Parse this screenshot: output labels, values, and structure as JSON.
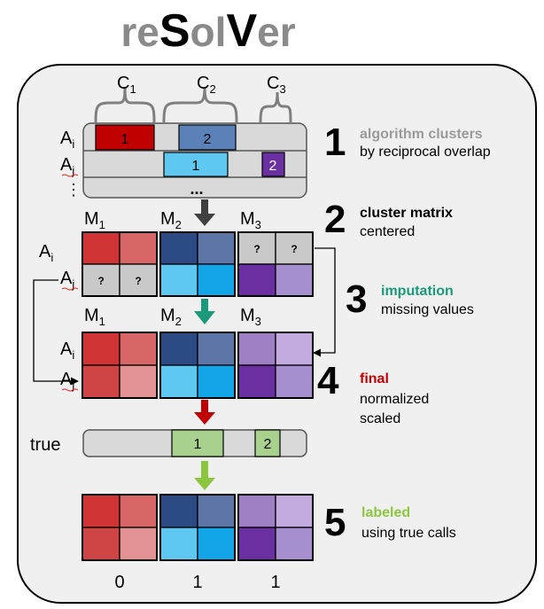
{
  "title": {
    "re": "re",
    "S": "S",
    "ol": "ol",
    "V": "V",
    "er": "er"
  },
  "clusters": [
    {
      "letter": "C",
      "sub": "1"
    },
    {
      "letter": "C",
      "sub": "2"
    },
    {
      "letter": "C",
      "sub": "3"
    }
  ],
  "algorithms": {
    "ai": {
      "letter": "A",
      "sub": "i"
    },
    "aj": {
      "letter": "A",
      "sub": "j"
    },
    "vdots": "⋮",
    "dots": "..."
  },
  "track_labels": {
    "ai_1": "1",
    "ai_2": "2",
    "aj_1": "1",
    "aj_2": "2"
  },
  "matrices": [
    {
      "letter": "M",
      "sub": "1"
    },
    {
      "letter": "M",
      "sub": "2"
    },
    {
      "letter": "M",
      "sub": "3"
    }
  ],
  "missing_mark": "?",
  "steps": [
    {
      "number": "1",
      "title": "algorithm clusters",
      "desc": [
        "by reciprocal overlap"
      ],
      "color": "#9a9a9a"
    },
    {
      "number": "2",
      "title": "cluster matrix",
      "desc": [
        "centered"
      ],
      "color": "#000000"
    },
    {
      "number": "3",
      "title": "imputation",
      "desc": [
        "missing values"
      ],
      "color": "#1a9a7a"
    },
    {
      "number": "4",
      "title": "final",
      "desc": [
        "normalized",
        "scaled"
      ],
      "color": "#c00000"
    },
    {
      "number": "5",
      "title": "labeled",
      "desc": [
        "using true calls"
      ],
      "color": "#8cc63f"
    }
  ],
  "true_track": {
    "label": "true",
    "c1": "1",
    "c2": "2"
  },
  "labels_bottom": [
    "0",
    "1",
    "1"
  ],
  "colors": {
    "red": [
      "#d03434",
      "#d96666",
      "#cf4444",
      "#e29292"
    ],
    "blue": [
      "#2c4a84",
      "#5d76a8",
      "#5ec8f0",
      "#12a6e8"
    ],
    "purple": [
      "#9f7fc4",
      "#c4ace0",
      "#6a2fa0",
      "#a68fcf"
    ],
    "grey_q": "#c9c9c9",
    "panel_bg": "#f0f0f0",
    "track_bg": "#d9d9d9",
    "arrow_dark": "#404040",
    "arrow_green": "#1a9a7a",
    "arrow_red": "#c00000",
    "arrow_lime": "#8cc63f",
    "true_fill": "#a9d18e"
  }
}
